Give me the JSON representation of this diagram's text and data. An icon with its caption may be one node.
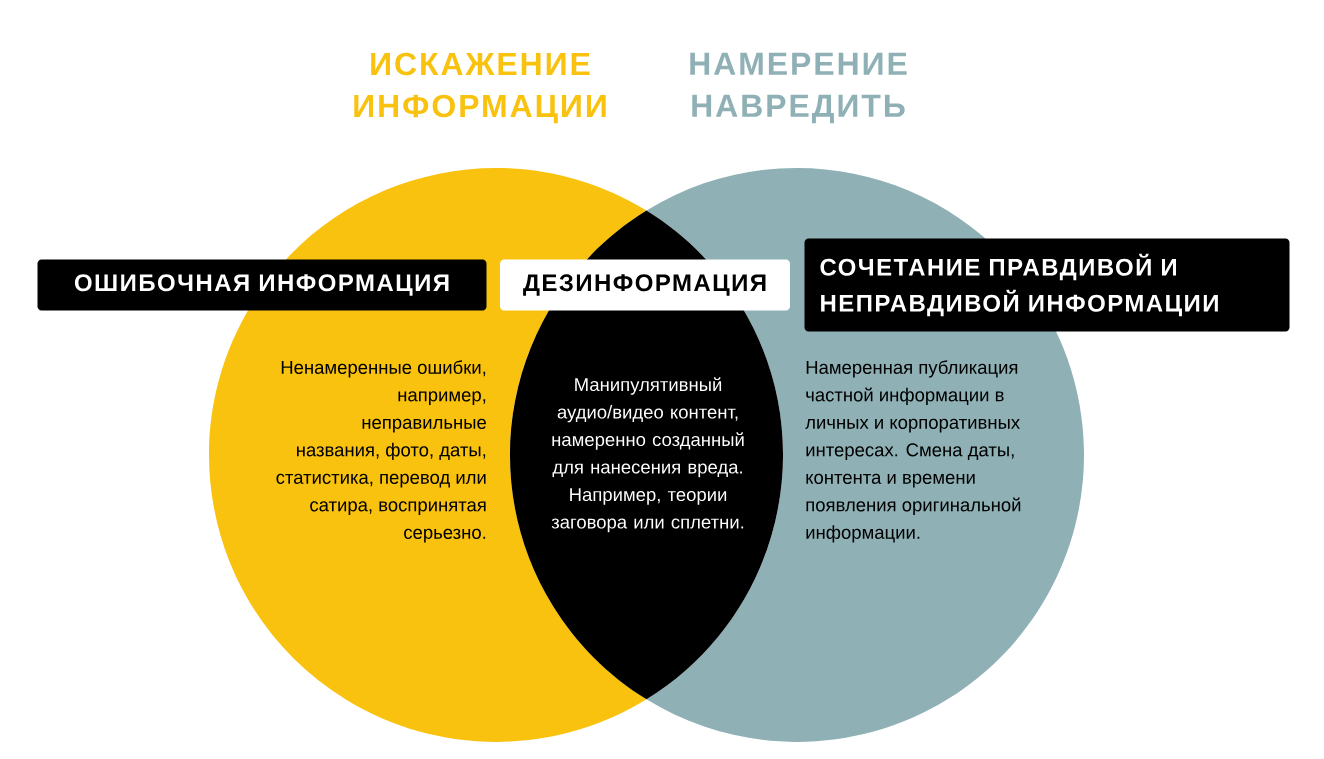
{
  "diagram": {
    "nodes": [
      {
        "text": [
          "ИСКАЖЕНИЕ ИНФОРМАЦИИ"
        ]
      },
      {
        "text": [
          "НАМЕРЕНИЕ НАВРЕДИТЬ"
        ]
      },
      {
        "text": [
          "ОШИБОЧНАЯ ИНФОРМАЦИЯ"
        ]
      },
      {
        "text": [
          "ДЕЗИНФОРМАЦИЯ"
        ]
      },
      {
        "text": [
          "СОЧЕТАНИЕ ПРАВДИВОЙ И НЕПРАВДИВОЙ ИНФОРМАЦИИ"
        ]
      }
    ],
    "edges": [],
    "labels": [
      "Ненамеренные ошибки, например, неправильные названия, фото, даты, статистика, перевод или сатира, воспринятая серьезно.",
      "Манипулятивный аудио/видео контент, намеренно созданный для нанесения вреда. Например, теории заговора или сплетни.",
      "Намеренная публикация частной информации в личных и корпоративных интересах. Смена даты, контента и времени появления оригинальной информации."
    ]
  }
}
